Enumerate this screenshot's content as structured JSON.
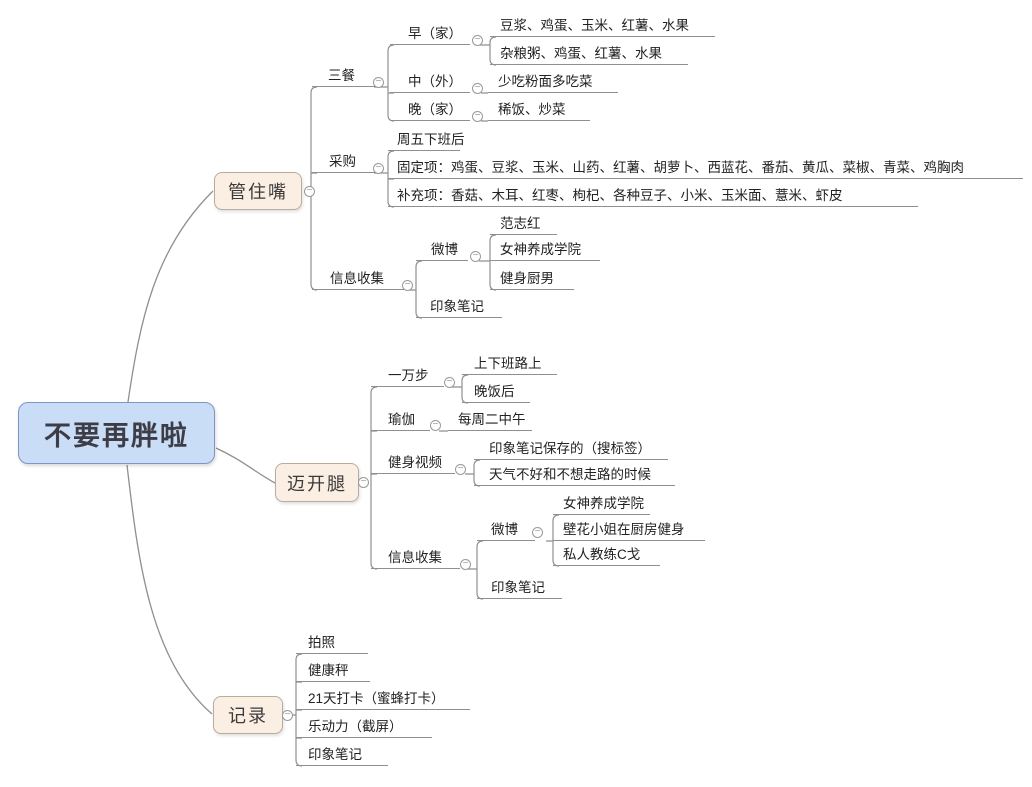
{
  "root": {
    "label": "不要再胖啦"
  },
  "branches": [
    {
      "label": "管住嘴",
      "children": [
        {
          "label": "三餐",
          "children": [
            {
              "label": "早（家）",
              "children": [
                {
                  "label": "豆浆、鸡蛋、玉米、红薯、水果"
                },
                {
                  "label": "杂粮粥、鸡蛋、红薯、水果"
                }
              ]
            },
            {
              "label": "中（外）",
              "children": [
                {
                  "label": "少吃粉面多吃菜"
                }
              ]
            },
            {
              "label": "晚（家）",
              "children": [
                {
                  "label": "稀饭、炒菜"
                }
              ]
            }
          ]
        },
        {
          "label": "采购",
          "children": [
            {
              "label": "周五下班后"
            },
            {
              "label": "固定项：鸡蛋、豆浆、玉米、山药、红薯、胡萝卜、西蓝花、番茄、黄瓜、菜椒、青菜、鸡胸肉"
            },
            {
              "label": "补充项：香菇、木耳、红枣、枸杞、各种豆子、小米、玉米面、薏米、虾皮"
            }
          ]
        },
        {
          "label": "信息收集",
          "children": [
            {
              "label": "微博",
              "children": [
                {
                  "label": "范志红"
                },
                {
                  "label": "女神养成学院"
                },
                {
                  "label": "健身厨男"
                }
              ]
            },
            {
              "label": "印象笔记"
            }
          ]
        }
      ]
    },
    {
      "label": "迈开腿",
      "children": [
        {
          "label": "一万步",
          "children": [
            {
              "label": "上下班路上"
            },
            {
              "label": "晚饭后"
            }
          ]
        },
        {
          "label": "瑜伽",
          "children": [
            {
              "label": "每周二中午"
            }
          ]
        },
        {
          "label": "健身视频",
          "children": [
            {
              "label": "印象笔记保存的（搜标签）"
            },
            {
              "label": "天气不好和不想走路的时候"
            }
          ]
        },
        {
          "label": "信息收集",
          "children": [
            {
              "label": "微博",
              "children": [
                {
                  "label": "女神养成学院"
                },
                {
                  "label": "壁花小姐在厨房健身"
                },
                {
                  "label": "私人教练C戈"
                }
              ]
            },
            {
              "label": "印象笔记"
            }
          ]
        }
      ]
    },
    {
      "label": "记录",
      "children": [
        {
          "label": "拍照"
        },
        {
          "label": "健康秤"
        },
        {
          "label": "21天打卡（蜜蜂打卡）"
        },
        {
          "label": "乐动力（截屏）"
        },
        {
          "label": "印象笔记"
        }
      ]
    }
  ],
  "ui": {
    "collapse_glyph": "−"
  },
  "colors": {
    "central_fill": "#C9DDF6",
    "central_border": "#8095C5",
    "branch_fill": "#FBEEE3",
    "branch_border": "#B9AB9E",
    "connector_line": "#8F8F8F",
    "text": "#222222"
  }
}
